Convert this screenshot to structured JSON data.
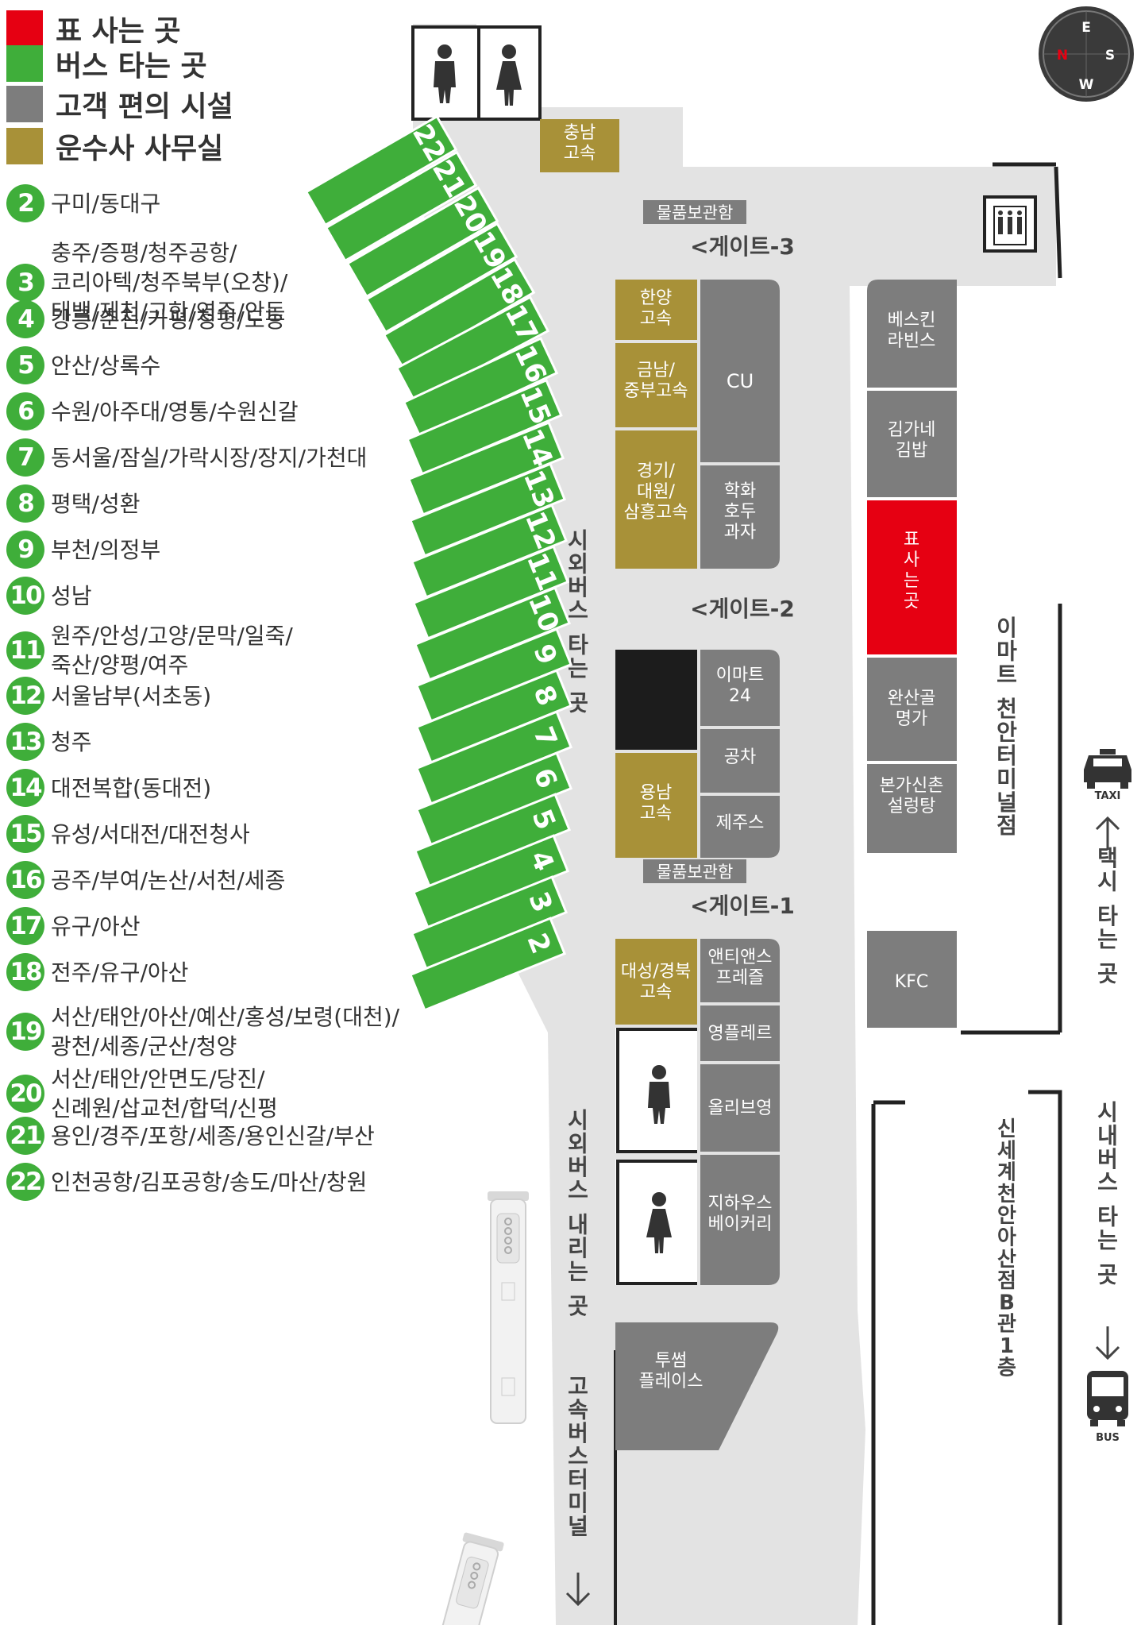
{
  "legend": [
    {
      "label": "표 사는 곳",
      "color": "#e60012"
    },
    {
      "label": "버스 타는 곳",
      "color": "#3fae3a"
    },
    {
      "label": "고객 편의 시설",
      "color": "#7d7d7d"
    },
    {
      "label": "운수사 사무실",
      "color": "#a89138"
    }
  ],
  "routes": [
    {
      "num": "2",
      "text": "구미/동대구"
    },
    {
      "num": "3",
      "text": "충주/증평/청주공항/\n코리아텍/청주북부(오창)/\n태백/제천/고한/영주/안동"
    },
    {
      "num": "4",
      "text": "강릉/춘천/가평/청평/도농"
    },
    {
      "num": "5",
      "text": "안산/상록수"
    },
    {
      "num": "6",
      "text": "수원/아주대/영통/수원신갈"
    },
    {
      "num": "7",
      "text": "동서울/잠실/가락시장/장지/가천대"
    },
    {
      "num": "8",
      "text": "평택/성환"
    },
    {
      "num": "9",
      "text": "부천/의정부"
    },
    {
      "num": "10",
      "text": "성남"
    },
    {
      "num": "11",
      "text": "원주/안성/고양/문막/일죽/\n죽산/양평/여주"
    },
    {
      "num": "12",
      "text": "서울남부(서초동)"
    },
    {
      "num": "13",
      "text": "청주"
    },
    {
      "num": "14",
      "text": "대전복합(동대전)"
    },
    {
      "num": "15",
      "text": "유성/서대전/대전청사"
    },
    {
      "num": "16",
      "text": "공주/부여/논산/서천/세종"
    },
    {
      "num": "17",
      "text": "유구/아산"
    },
    {
      "num": "18",
      "text": "전주/유구/아산"
    },
    {
      "num": "19",
      "text": "서산/태안/아산/예산/홍성/보령(대천)/\n광천/세종/군산/청양"
    },
    {
      "num": "20",
      "text": "서산/태안/안면도/당진/\n신례원/삽교천/합덕/신평"
    },
    {
      "num": "21",
      "text": "용인/경주/포항/세종/용인신갈/부산"
    },
    {
      "num": "22",
      "text": "인천공항/김포공항/송도/마산/창원"
    }
  ],
  "bays": [
    "22",
    "21",
    "20",
    "19",
    "18",
    "17",
    "16",
    "15",
    "14",
    "13",
    "12",
    "11",
    "10",
    "9",
    "8",
    "7",
    "6",
    "5",
    "4",
    "3",
    "2"
  ],
  "compass": {
    "n": "N",
    "e": "E",
    "s": "S",
    "w": "W"
  },
  "map": {
    "storage_top": "물품보관함",
    "storage_bottom": "물품보관함",
    "gate3": "게이트-3",
    "gate2": "게이트-2",
    "gate1": "게이트-1",
    "chungnam": "충남\n고속",
    "hanyang": "한양\n고속",
    "geumnam": "금남/\n중부고속",
    "gyeonggi": "경기/\n대원/\n삼흥고속",
    "cu": "CU",
    "hakhwa": "학화\n호두\n과자",
    "emart24": "이마트\n24",
    "gongcha": "공차",
    "jeju": "제주스",
    "yongnam": "용남\n고속",
    "daesung": "대성/경북\n고속",
    "antianne": "앤티앤스\n프레즐",
    "youngple": "영플레르",
    "olive": "올리브영",
    "jihaus": "지하우스\n베이커리",
    "twosome": "투썸\n플레이스",
    "baskin": "베스킨\n라빈스",
    "gimgane": "김가네\n김밥",
    "ticket": "표\n사\n는\n곳",
    "wansan": "완산골\n명가",
    "bonga": "본가신촌\n설렁탕",
    "kfc": "KFC",
    "board_vertical": "시외버스 타는 곳",
    "alight_vertical": "시외버스 내리는 곳",
    "express_vertical": "고속버스터미널",
    "emart_vertical": "이마트 천안터미널점",
    "taxi_vertical": "택시 타는 곳",
    "taxi_label": "TAXI",
    "bus_label": "BUS",
    "city_bus_vertical": "시내버스 타는 곳",
    "shinsegae_vertical": "신세계천안아산점B관1층"
  }
}
